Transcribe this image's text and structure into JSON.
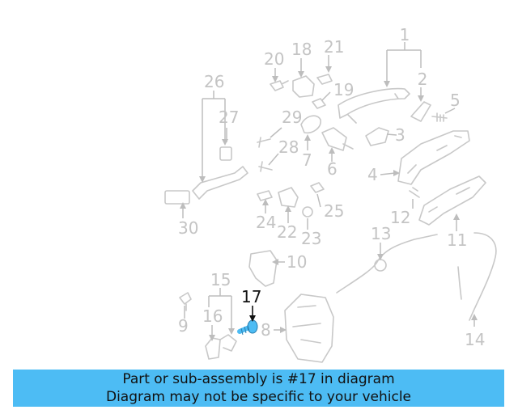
{
  "diagram": {
    "highlight_color": "#4dbcf4",
    "highlighted_part": "17",
    "callouts": [
      {
        "id": "1",
        "label": "1"
      },
      {
        "id": "2",
        "label": "2"
      },
      {
        "id": "3",
        "label": "3"
      },
      {
        "id": "4",
        "label": "4"
      },
      {
        "id": "5",
        "label": "5"
      },
      {
        "id": "6",
        "label": "6"
      },
      {
        "id": "7",
        "label": "7"
      },
      {
        "id": "8",
        "label": "8"
      },
      {
        "id": "9",
        "label": "9"
      },
      {
        "id": "10",
        "label": "10"
      },
      {
        "id": "11",
        "label": "11"
      },
      {
        "id": "12",
        "label": "12"
      },
      {
        "id": "13",
        "label": "13"
      },
      {
        "id": "14",
        "label": "14"
      },
      {
        "id": "15",
        "label": "15"
      },
      {
        "id": "16",
        "label": "16"
      },
      {
        "id": "17",
        "label": "17"
      },
      {
        "id": "18",
        "label": "18"
      },
      {
        "id": "19",
        "label": "19"
      },
      {
        "id": "20",
        "label": "20"
      },
      {
        "id": "21",
        "label": "21"
      },
      {
        "id": "22",
        "label": "22"
      },
      {
        "id": "23",
        "label": "23"
      },
      {
        "id": "24",
        "label": "24"
      },
      {
        "id": "25",
        "label": "25"
      },
      {
        "id": "26",
        "label": "26"
      },
      {
        "id": "27",
        "label": "27"
      },
      {
        "id": "28",
        "label": "28"
      },
      {
        "id": "29",
        "label": "29"
      },
      {
        "id": "30",
        "label": "30"
      }
    ]
  },
  "caption": {
    "line1": "Part or sub-assembly is #17 in diagram",
    "line2": "Diagram may not be specific to your vehicle",
    "background": "#4dbcf4"
  }
}
